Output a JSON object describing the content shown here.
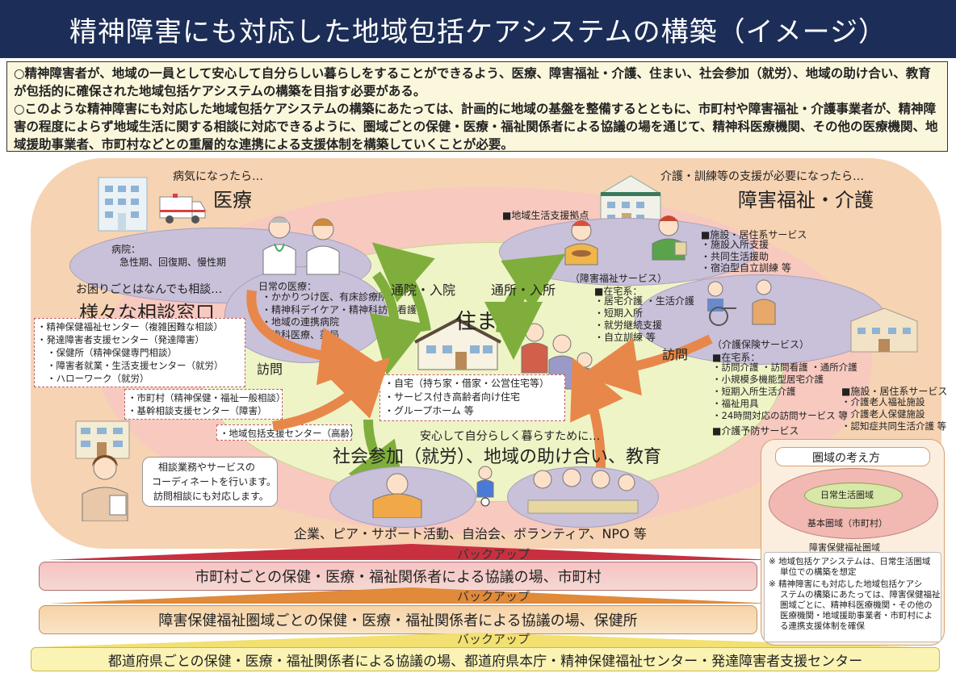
{
  "title": "精神障害にも対応した地域包括ケアシステムの構築（イメージ）",
  "intro": [
    "○精神障害者が、地域の一員として安心して自分らしい暮らしをすることができるよう、医療、障害福祉・介護、住まい、社会参加（就労）、地域の助け合い、教育が包括的に確保された地域包括ケアシステムの構築を目指す必要がある。",
    "○このような精神障害にも対応した地域包括ケアシステムの構築にあたっては、計画的に地域の基盤を整備するとともに、市町村や障害福祉・介護事業者が、精神障害の程度によらず地域生活に関する相談に対応できるように、圏域ごとの保健・医療・福祉関係者による協議の場を通じて、精神科医療機関、その他の医療機関、地域援助事業者、市町村などとの重層的な連携による支援体制を構築していくことが必要。"
  ],
  "medical": {
    "caption": "病気になったら…",
    "heading": "医療",
    "hospital_title": "病院：",
    "hospital_desc": "急性期、回復期、慢性期",
    "daily_title": "日常の医療：",
    "daily_items": [
      "・かかりつけ医、有床診療所",
      "・精神科デイケア・精神科訪問看護",
      "・地域の連携病院",
      "・歯科医療、薬局"
    ]
  },
  "welfare": {
    "caption": "介護・訓練等の支援が必要になったら…",
    "heading": "障害福祉・介護",
    "hub": "■地域生活支援拠点",
    "facility_title": "■施設・居住系サービス",
    "facility_items": [
      "・施設入所支援",
      "・共同生活援助",
      "・宿泊型自立訓練 等"
    ],
    "disability_service": "（障害福祉サービス）",
    "home_title": "■在宅系：",
    "home_items": [
      "・居宅介護 ・生活介護",
      "・短期入所",
      "・就労継続支援",
      "・自立訓練 等"
    ],
    "care_service": "（介護保険サービス）",
    "care_home_title": "■在宅系：",
    "care_home_items": [
      "・訪問介護 ・訪問看護 ・通所介護",
      "・小規模多機能型居宅介護",
      "・短期入所生活介護",
      "・福祉用具",
      "・24時間対応の訪問サービス 等"
    ],
    "prevention": "■介護予防サービス",
    "care_facility_title": "■施設・居住系サービス",
    "care_facility_items": [
      "・介護老人福祉施設",
      "・介護老人保健施設",
      "・認知症共同生活介護 等"
    ]
  },
  "consult": {
    "caption": "お困りごとはなんでも相談…",
    "heading": "様々な相談窓口",
    "items": [
      "・精神保健福祉センター（複雑困難な相談）",
      "・発達障害者支援センター（発達障害）",
      "・保健所（精神保健専門相談）",
      "・障害者就業・生活支援センター（就労）",
      "・ハローワーク（就労）"
    ],
    "muni_items": [
      "・市町村（精神保健・福祉一般相談）",
      "・基幹相談支援センター（障害）"
    ],
    "center": "・地域包括支援センター（高齢）",
    "speech": [
      "相談業務やサービスの",
      "コーディネートを行います。",
      "訪問相談にも対応します。"
    ]
  },
  "housing": {
    "heading": "住まい",
    "items": [
      "・自宅（持ち家・借家・公営住宅等）",
      "・サービス付き高齢者向け住宅",
      "・グループホーム 等"
    ]
  },
  "arrows": {
    "visit_in": "通院・入院",
    "commute_in": "通所・入所",
    "visit_left": "訪問",
    "visit_right": "訪問"
  },
  "social": {
    "caption": "安心して自分らしく暮らすために…",
    "heading": "社会参加（就労）、地域の助け合い、教育",
    "bottom": "企業、ピア・サポート活動、自治会、ボランティア、NPO 等"
  },
  "bands": {
    "backup": "バックアップ",
    "municipal": "市町村ごとの保健・医療・福祉関係者による協議の場、市町村",
    "area": "障害保健福祉圏域ごとの保健・医療・福祉関係者による協議の場、保健所",
    "prefecture": "都道府県ごとの保健・医療・福祉関係者による協議の場、都道府県本庁・精神保健福祉センター・発達障害者支援センター"
  },
  "zone": {
    "title": "圏域の考え方",
    "daily": "日常生活圏域",
    "basic": "基本圏域（市町村）",
    "welfare": "障害保健福祉圏域",
    "note1": [
      "※ 地域包括ケアシステムは、日常生活圏域",
      "単位での構築を想定"
    ],
    "note2": [
      "※ 精神障害にも対応した地域包括ケアシ",
      "ステムの構築にあたっては、障害保健福祉",
      "圏域ごとに、精神科医療機関・その他の",
      "医療機関・地域援助事業者・市町村によ",
      "る連携支援体制を確保"
    ]
  },
  "colors": {
    "title_bg": "#1c2e57",
    "outer_area": "#f6d3b2",
    "housing_ellipse": "#eef4c6",
    "orange_arrow": "#e8874a",
    "green_arrow": "#7fae3c"
  }
}
